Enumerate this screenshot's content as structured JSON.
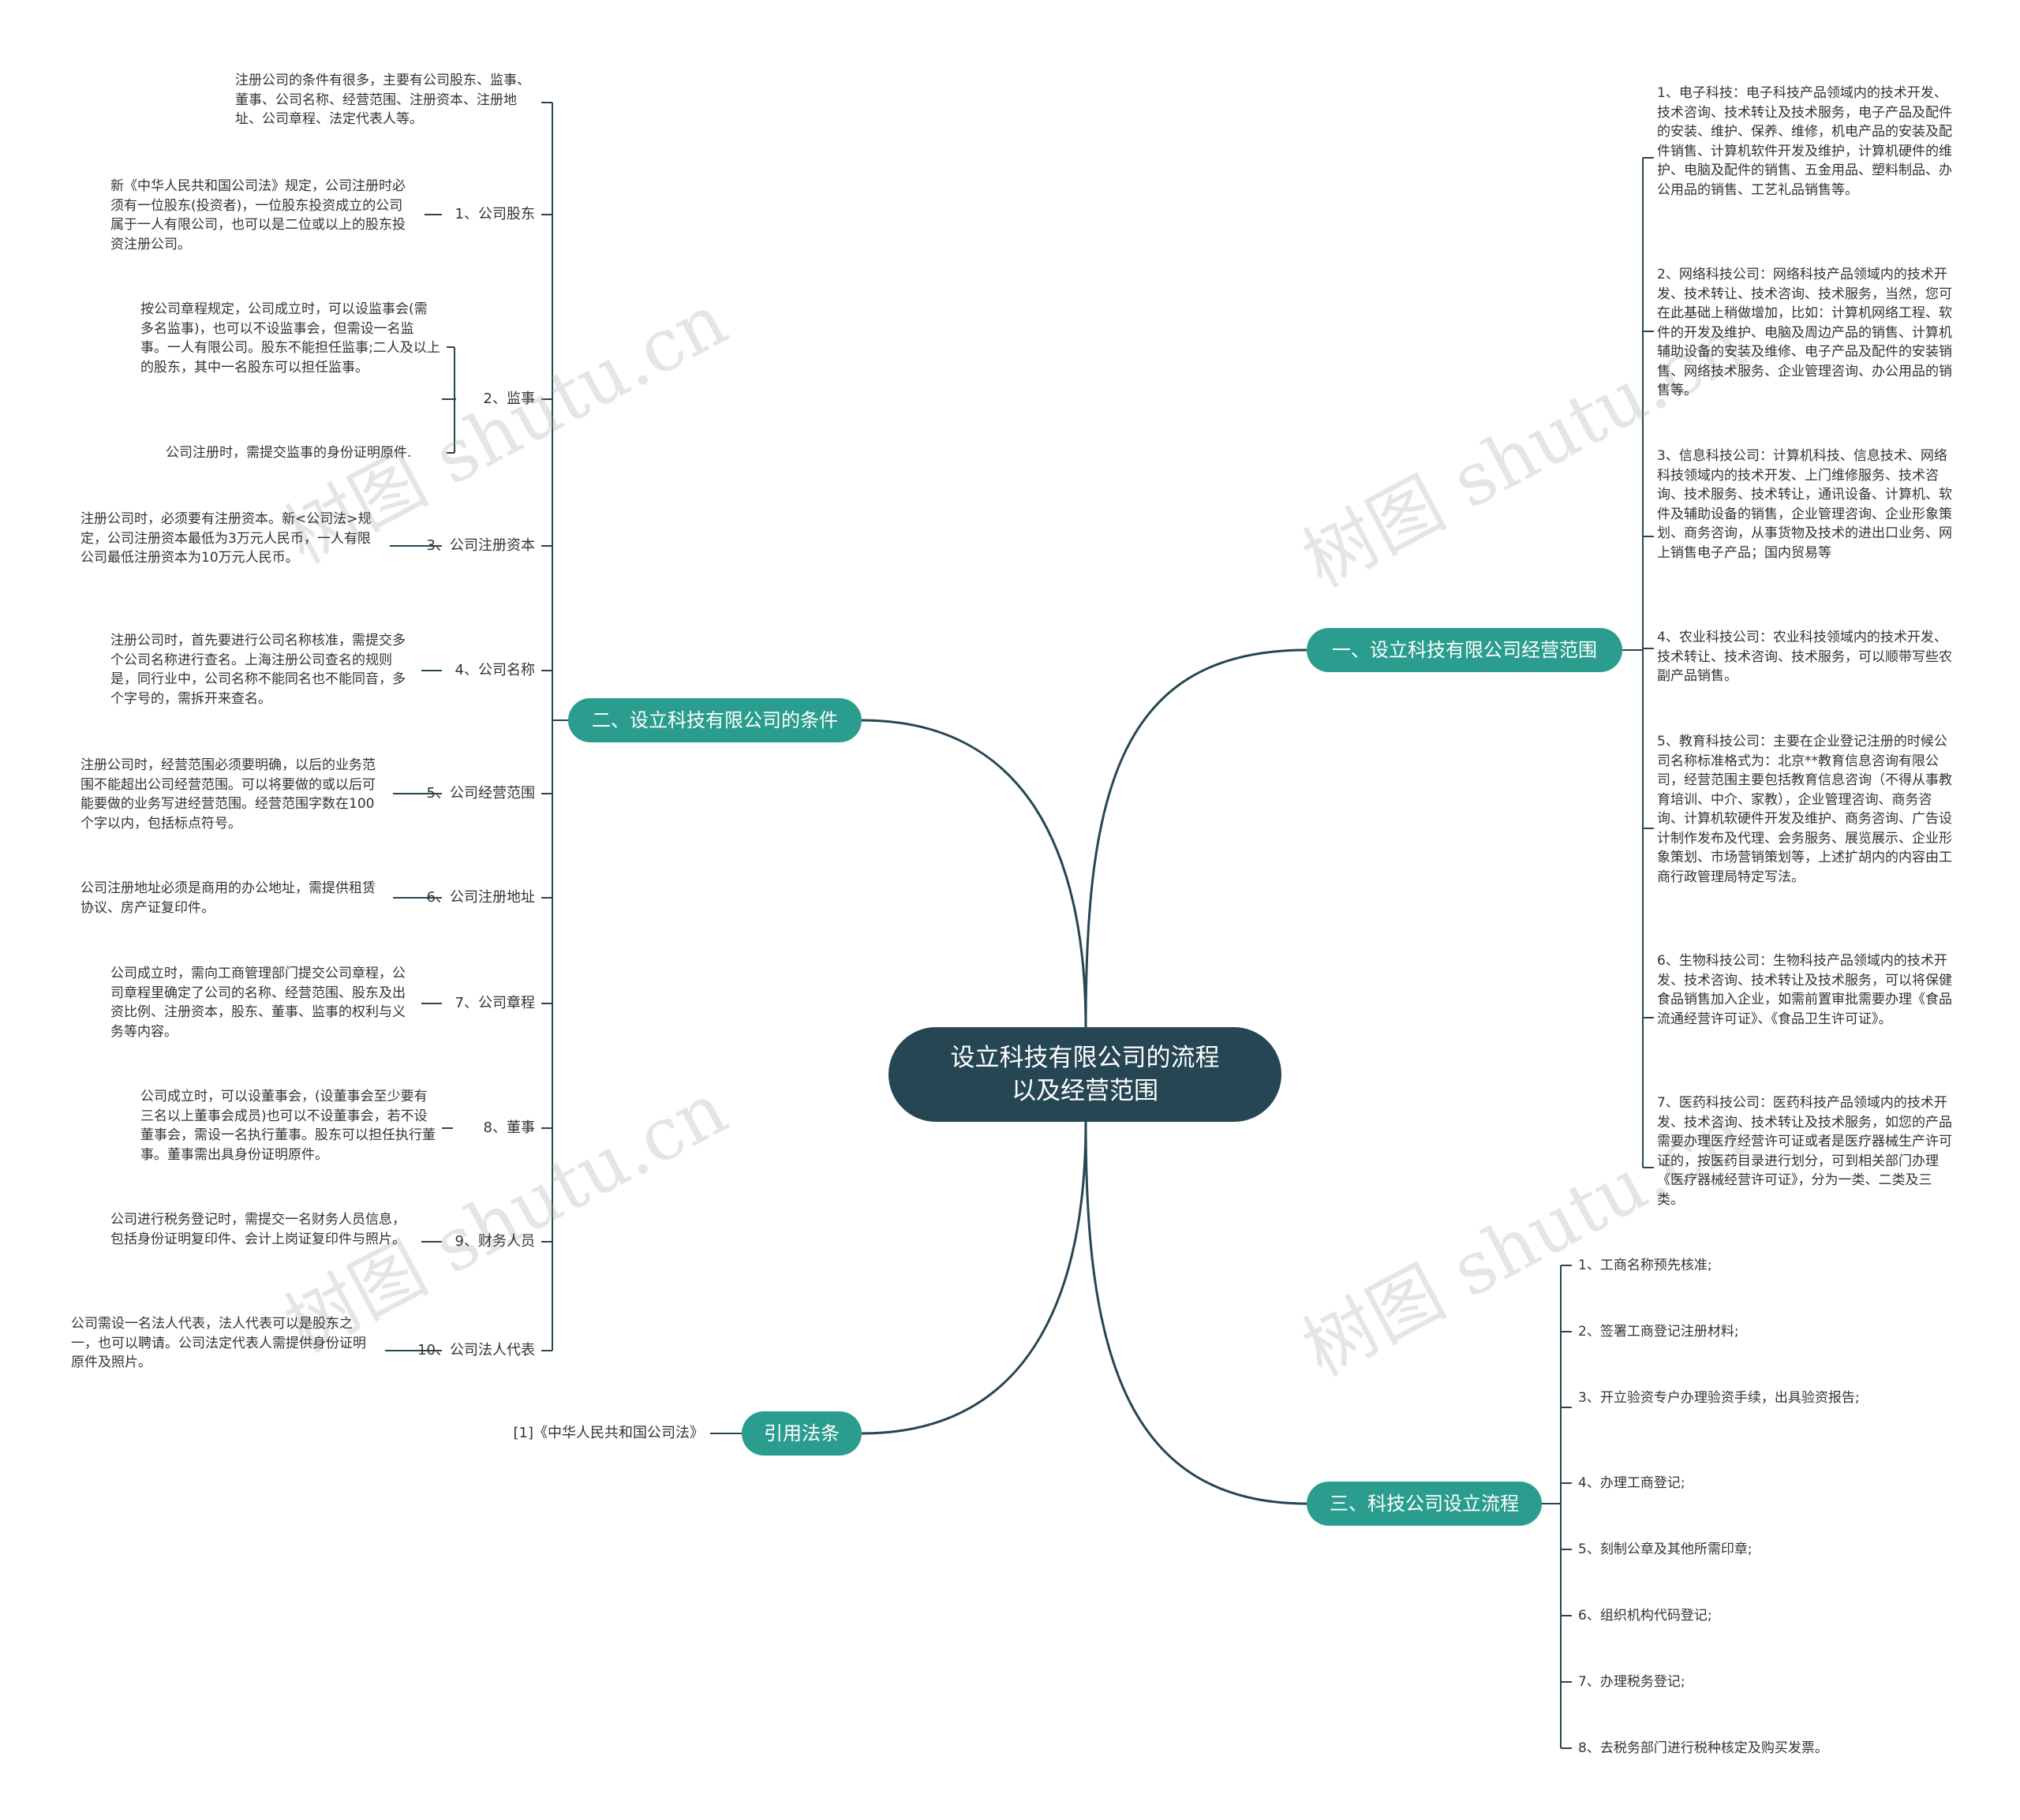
{
  "watermark_text": "树图 shutu.cn",
  "colors": {
    "center_bg": "#264653",
    "branch_bg": "#2a9d8f",
    "line": "#264653",
    "text": "#333333"
  },
  "center": {
    "line1": "设立科技有限公司的流程",
    "line2": "以及经营范围"
  },
  "branches": {
    "scope": {
      "label": "一、设立科技有限公司经营范围",
      "items": [
        "1、电子科技：电子科技产品领域内的技术开发、技术咨询、技术转让及技术服务，电子产品及配件的安装、维护、保养、维修，机电产品的安装及配件销售、计算机软件开发及维护，计算机硬件的维护、电脑及配件的销售、五金用品、塑料制品、办公用品的销售、工艺礼品销售等。",
        "2、网络科技公司：网络科技产品领域内的技术开发、技术转让、技术咨询、技术服务，当然，您可在此基础上稍做增加，比如：计算机网络工程、软件的开发及维护、电脑及周边产品的销售、计算机辅助设备的安装及维修、电子产品及配件的安装销售、网络技术服务、企业管理咨询、办公用品的销售等。",
        "3、信息科技公司：计算机科技、信息技术、网络科技领域内的技术开发、上门维修服务、技术咨询、技术服务、技术转让，通讯设备、计算机、软件及辅助设备的销售，企业管理咨询、企业形象策划、商务咨询，从事货物及技术的进出口业务、网上销售电子产品；国内贸易等",
        "4、农业科技公司：农业科技领域内的技术开发、技术转让、技术咨询、技术服务，可以顺带写些农副产品销售。",
        "5、教育科技公司：主要在企业登记注册的时候公司名称标准格式为：北京**教育信息咨询有限公司，经营范围主要包括教育信息咨询（不得从事教育培训、中介、家教），企业管理咨询、商务咨询、计算机软硬件开发及维护、商务咨询、广告设计制作发布及代理、会务服务、展览展示、企业形象策划、市场营销策划等，上述扩胡内的内容由工商行政管理局特定写法。",
        "6、生物科技公司：生物科技产品领域内的技术开发、技术咨询、技术转让及技术服务，可以将保健食品销售加入企业，如需前置审批需要办理《食品流通经营许可证》、《食品卫生许可证》。",
        "7、医药科技公司：医药科技产品领域内的技术开发、技术咨询、技术转让及技术服务，如您的产品需要办理医疗经营许可证或者是医疗器械生产许可证的，按医药目录进行划分，可到相关部门办理《医疗器械经营许可证》，分为一类、二类及三类。"
      ]
    },
    "conditions": {
      "label": "二、设立科技有限公司的条件",
      "intro": "注册公司的条件有很多，主要有公司股东、监事、董事、公司名称、经营范围、注册资本、注册地址、公司章程、法定代表人等。",
      "items": [
        {
          "label": "1、公司股东",
          "details": [
            "新《中华人民共和国公司法》规定，公司注册时必须有一位股东(投资者)，一位股东投资成立的公司属于一人有限公司，也可以是二位或以上的股东投资注册公司。"
          ]
        },
        {
          "label": "2、监事",
          "details": [
            "按公司章程规定，公司成立时，可以设监事会(需多名监事)，也可以不设监事会，但需设一名监事。一人有限公司。股东不能担任监事;二人及以上的股东，其中一名股东可以担任监事。",
            "公司注册时，需提交监事的身份证明原件."
          ]
        },
        {
          "label": "3、公司注册资本",
          "details": [
            "注册公司时，必须要有注册资本。新<公司法>规定，公司注册资本最低为3万元人民币，一人有限公司最低注册资本为10万元人民币。"
          ]
        },
        {
          "label": "4、公司名称",
          "details": [
            "注册公司时，首先要进行公司名称核准，需提交多个公司名称进行查名。上海注册公司查名的规则是，同行业中，公司名称不能同名也不能同音，多个字号的，需拆开来查名。"
          ]
        },
        {
          "label": "5、公司经营范围",
          "details": [
            "注册公司时，经营范围必须要明确，以后的业务范围不能超出公司经营范围。可以将要做的或以后可能要做的业务写进经营范围。经营范围字数在100个字以内，包括标点符号。"
          ]
        },
        {
          "label": "6、公司注册地址",
          "details": [
            "公司注册地址必须是商用的办公地址，需提供租赁协议、房产证复印件。"
          ]
        },
        {
          "label": "7、公司章程",
          "details": [
            "公司成立时，需向工商管理部门提交公司章程，公司章程里确定了公司的名称、经营范围、股东及出资比例、注册资本，股东、董事、监事的权利与义务等内容。"
          ]
        },
        {
          "label": "8、董事",
          "details": [
            "公司成立时，可以设董事会，(设董事会至少要有三名以上董事会成员)也可以不设董事会，若不设董事会，需设一名执行董事。股东可以担任执行董事。董事需出具身份证明原件。"
          ]
        },
        {
          "label": "9、财务人员",
          "details": [
            "公司进行税务登记时，需提交一名财务人员信息，包括身份证明复印件、会计上岗证复印件与照片。"
          ]
        },
        {
          "label": "10、公司法人代表",
          "details": [
            "公司需设一名法人代表，法人代表可以是股东之一，也可以聘请。公司法定代表人需提供身份证明原件及照片。"
          ]
        }
      ]
    },
    "citation": {
      "label": "引用法条",
      "items": [
        "[1]《中华人民共和国公司法》"
      ]
    },
    "process": {
      "label": "三、科技公司设立流程",
      "items": [
        "1、工商名称预先核准;",
        "2、签署工商登记注册材料;",
        "3、开立验资专户办理验资手续，出具验资报告;",
        "4、办理工商登记;",
        "5、刻制公章及其他所需印章;",
        "6、组织机构代码登记;",
        "7、办理税务登记;",
        "8、去税务部门进行税种核定及购买发票。"
      ]
    }
  }
}
